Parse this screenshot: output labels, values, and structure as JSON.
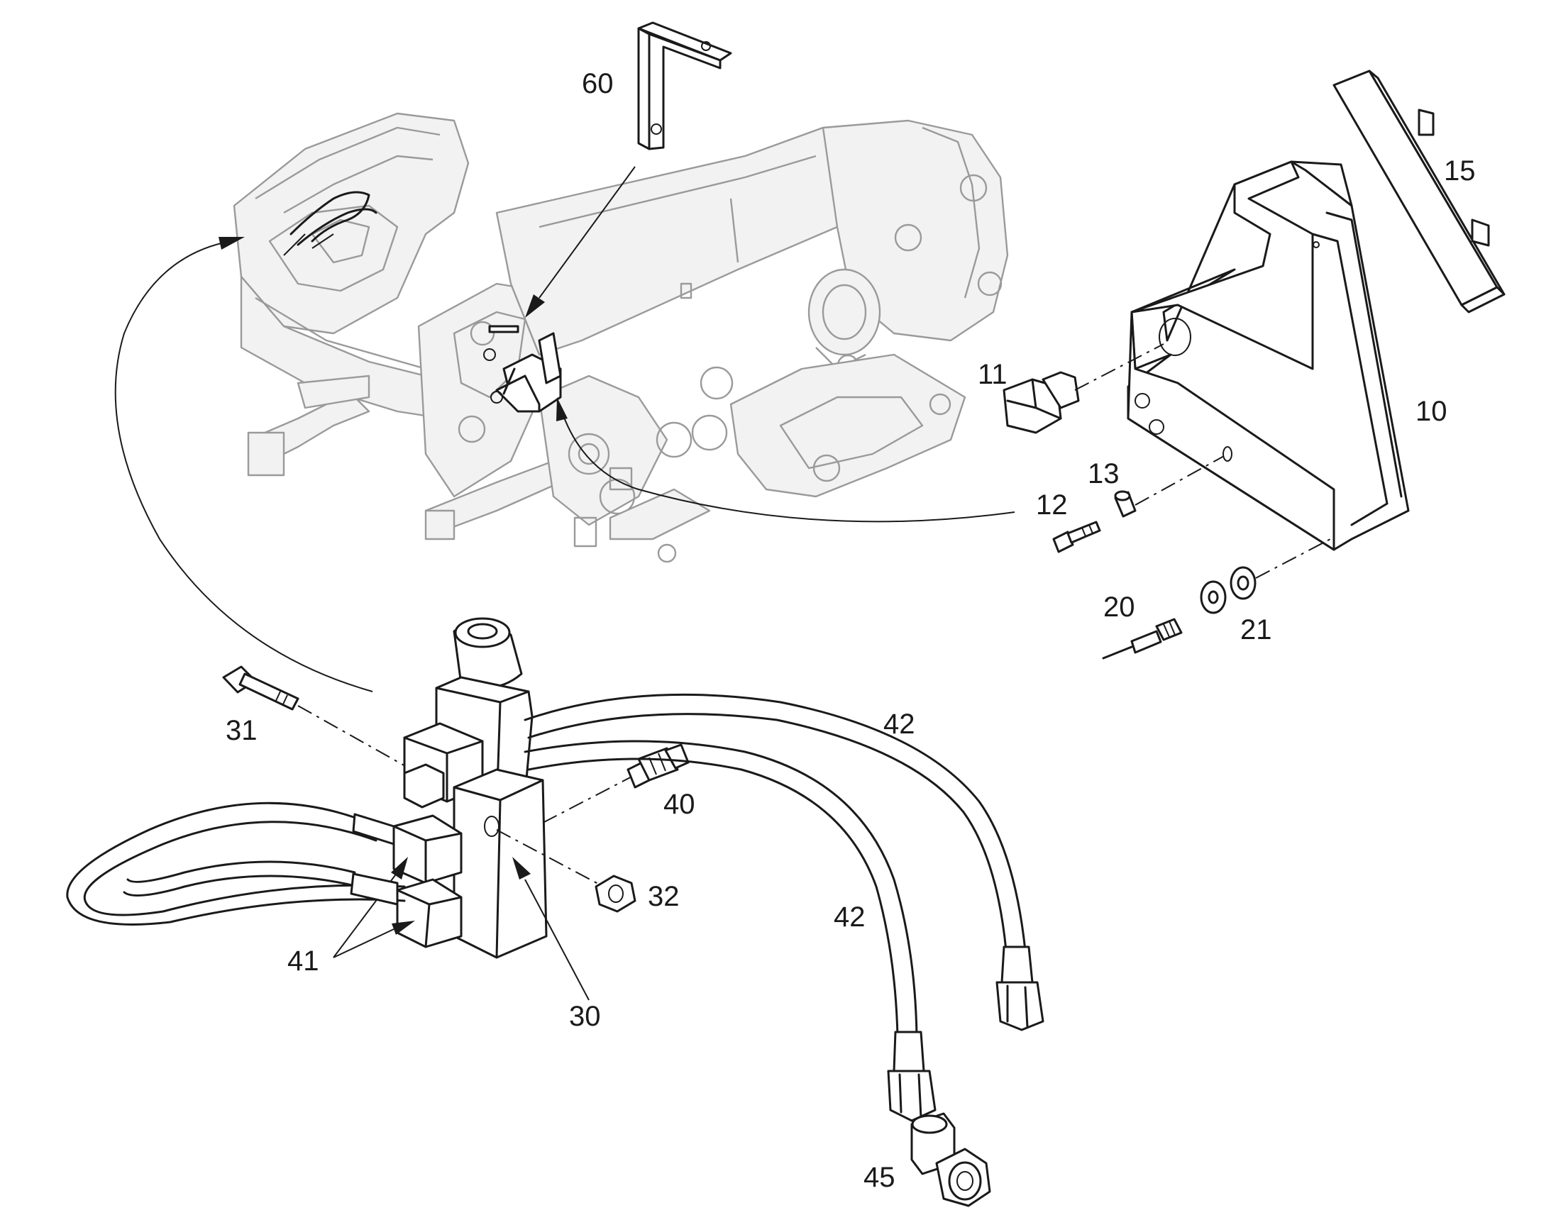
{
  "callouts": {
    "c60": "60",
    "c15": "15",
    "c11": "11",
    "c10": "10",
    "c13": "13",
    "c12": "12",
    "c20": "20",
    "c21": "21",
    "c31": "31",
    "c42a": "42",
    "c40": "40",
    "c32": "32",
    "c42b": "42",
    "c41": "41",
    "c30": "30",
    "c45": "45"
  }
}
